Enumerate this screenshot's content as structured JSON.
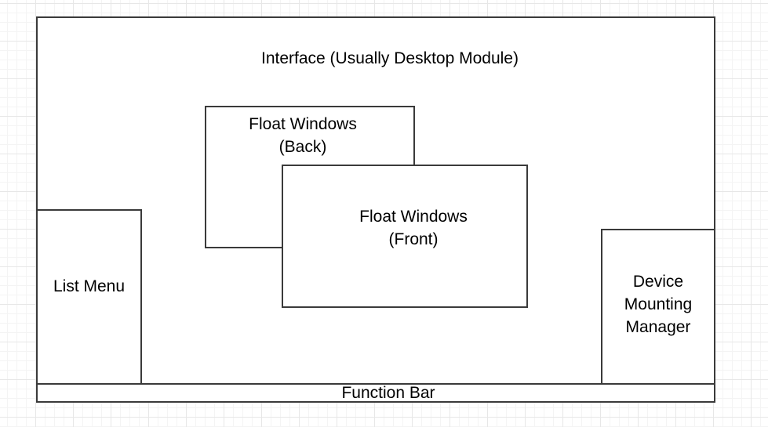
{
  "diagram": {
    "type": "block-diagram",
    "nodes": {
      "interface": {
        "label": "Interface (Usually Desktop Module)"
      },
      "float_back": {
        "label": "Float Windows\n(Back)"
      },
      "float_front": {
        "label": "Float Windows\n(Front)"
      },
      "list_menu": {
        "label": "List Menu"
      },
      "device_mounting_manager": {
        "label": "Device\nMounting\nManager"
      },
      "function_bar": {
        "label": "Function Bar"
      }
    },
    "colors": {
      "stroke": "#3a3a3a",
      "fill": "#ffffff",
      "text": "#000000",
      "grid_minor": "#f4f4f4",
      "grid_major": "#e7e7e7"
    }
  }
}
